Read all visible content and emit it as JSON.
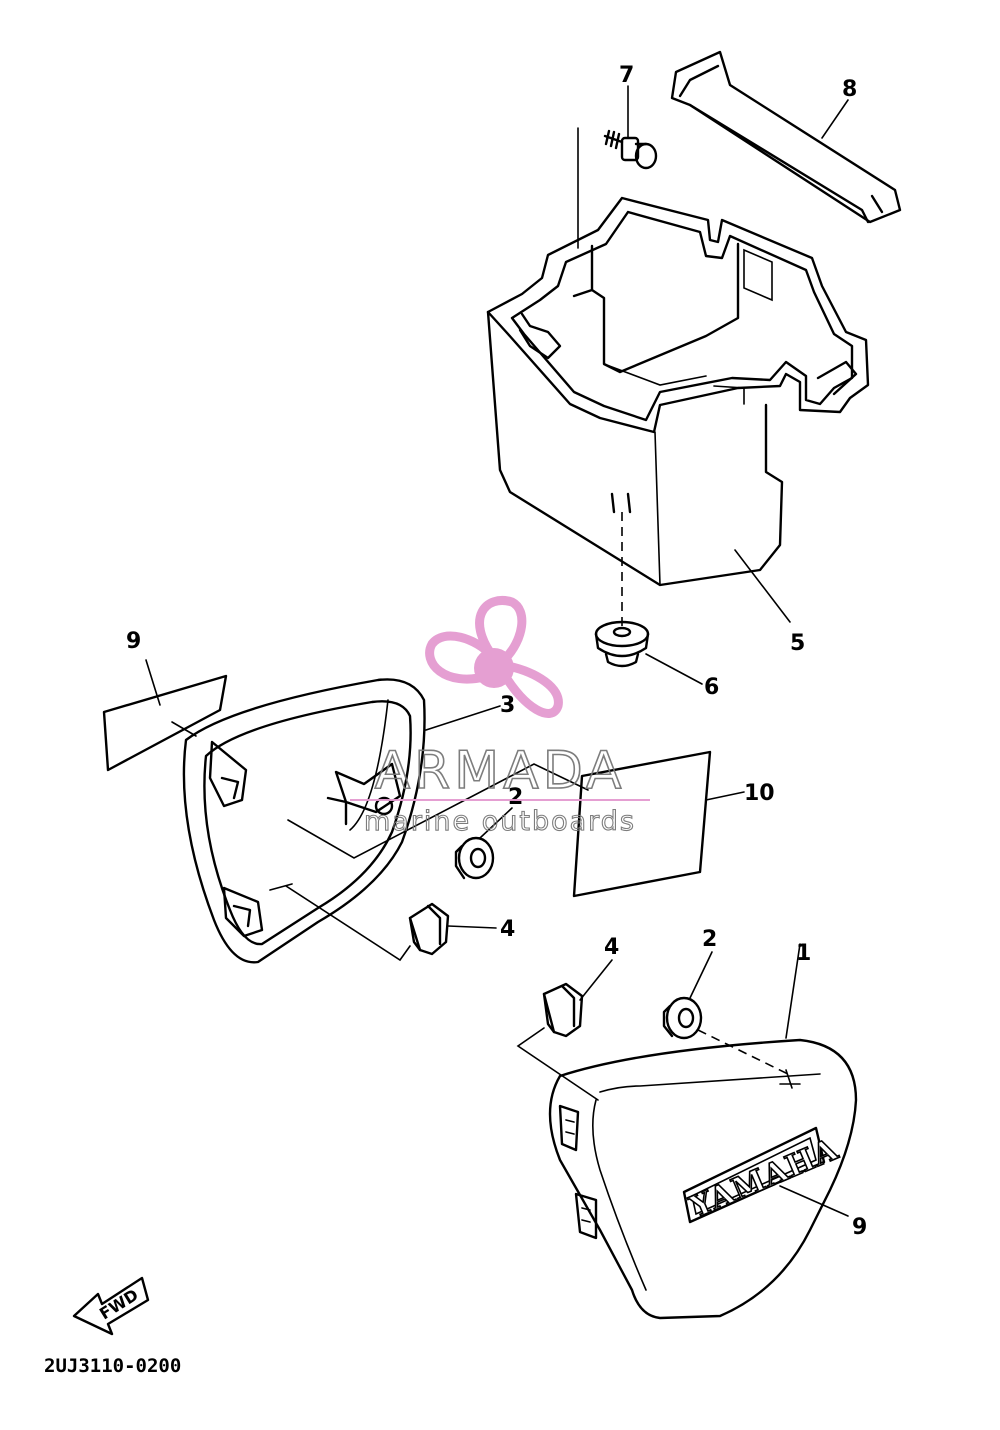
{
  "diagram": {
    "part_code": "2UJ3110-0200",
    "fwd_label": "FWD",
    "cover_emblem": "YAMAHA",
    "watermark": {
      "brand": "ARMADA",
      "tagline": "marine outboards",
      "color": "#e49ad0"
    },
    "callouts": {
      "c1": "1",
      "c2a": "2",
      "c2b": "2",
      "c3": "3",
      "c4a": "4",
      "c4b": "4",
      "c5": "5",
      "c6": "6",
      "c7": "7",
      "c8": "8",
      "c9a": "9",
      "c9b": "9",
      "c10": "10"
    }
  }
}
